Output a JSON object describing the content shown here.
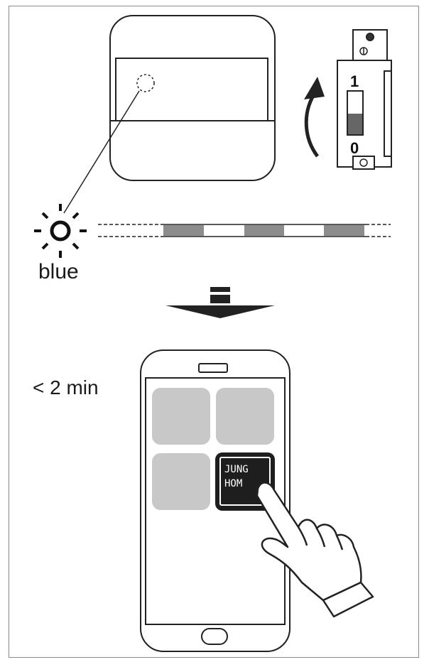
{
  "led": {
    "color_label": "blue"
  },
  "breaker": {
    "on_label": "1",
    "off_label": "0"
  },
  "time": {
    "limit_label": "< 2 min"
  },
  "app": {
    "logo_line1": "JUNG",
    "logo_line2": "HOM"
  },
  "colors": {
    "stroke": "#222222",
    "tile": "#c8c8c8",
    "blink": "#8c8c8c",
    "logo_bg": "#1e1e1e"
  },
  "icons": [
    "switch-panel-icon",
    "circuit-breaker-icon",
    "led-icon",
    "arrow-down-icon",
    "smartphone-icon",
    "hand-pointer-icon"
  ]
}
